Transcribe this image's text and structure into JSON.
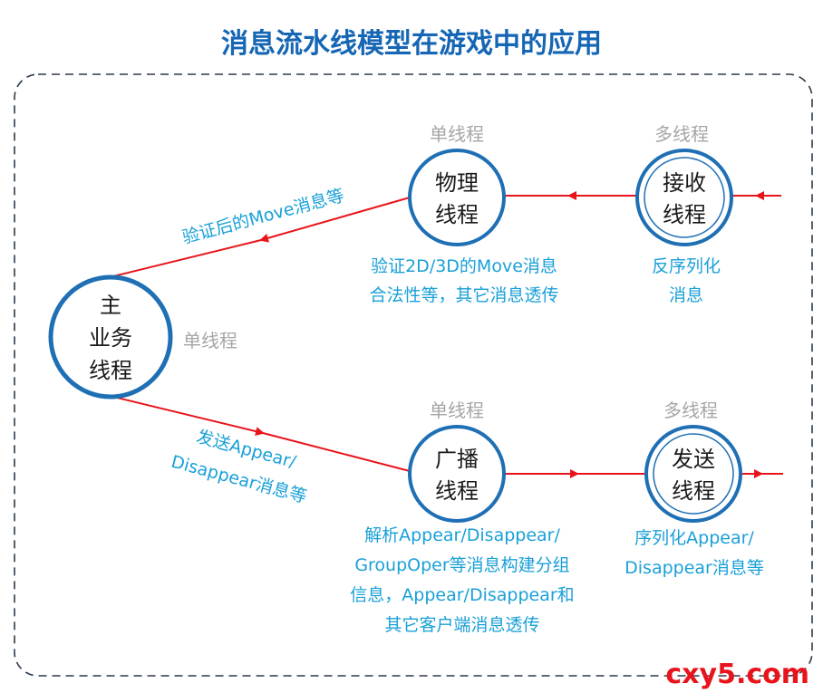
{
  "title": "消息流水线模型在游戏中的应用",
  "nodes": {
    "main": {
      "line1": "主",
      "line2": "业务",
      "line3": "线程",
      "mode": "单线程"
    },
    "physics": {
      "line1": "物理",
      "line2": "线程",
      "mode": "单线程",
      "desc1": "验证2D/3D的Move消息",
      "desc2": "合法性等，其它消息透传"
    },
    "receive": {
      "line1": "接收",
      "line2": "线程",
      "mode": "多线程",
      "desc1": "反序列化",
      "desc2": "消息"
    },
    "broadcast": {
      "line1": "广播",
      "line2": "线程",
      "mode": "单线程",
      "desc1": "解析Appear/Disappear/",
      "desc2": "GroupOper等消息构建分组",
      "desc3": "信息，Appear/Disappear和",
      "desc4": "其它客户端消息透传"
    },
    "send": {
      "line1": "发送",
      "line2": "线程",
      "mode": "多线程",
      "desc1": "序列化Appear/",
      "desc2": "Disappear消息等"
    }
  },
  "edges": {
    "to_main": "验证后的Move消息等",
    "from_main_1": "发送Appear/",
    "from_main_2": "Disappear消息等"
  },
  "colors": {
    "title": "#1566b4",
    "node_border": "#1f6fb5",
    "arrow": "#e8141b",
    "gray_label": "#a6a6a6",
    "blue_label": "#1aa0d8",
    "frame": "#2b3a4a"
  },
  "watermark": "cxy5.com"
}
